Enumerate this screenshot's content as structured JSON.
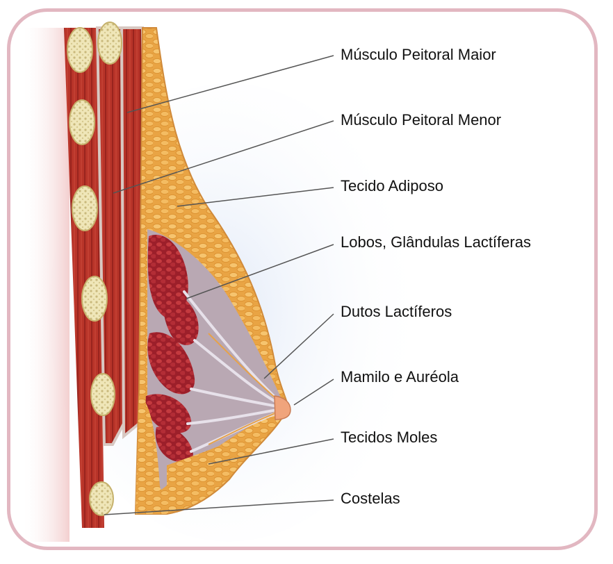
{
  "labels": [
    {
      "id": "pectoralis-major",
      "text": "Músculo Peitoral Maior"
    },
    {
      "id": "pectoralis-minor",
      "text": "Músculo Peitoral Menor"
    },
    {
      "id": "adipose-tissue",
      "text": "Tecido Adiposo"
    },
    {
      "id": "lobes",
      "text": "Lobos, Glândulas Lactíferas"
    },
    {
      "id": "ducts",
      "text": "Dutos Lactíferos"
    },
    {
      "id": "nipple",
      "text": "Mamilo e Auréola"
    },
    {
      "id": "soft-tissue",
      "text": "Tecidos Moles"
    },
    {
      "id": "ribs",
      "text": "Costelas"
    }
  ],
  "colors": {
    "frame": "#e2b7c1",
    "muscle": "#b8322a",
    "fat": "#eaa646",
    "gland": "#a8242e",
    "leader": "#555555"
  }
}
